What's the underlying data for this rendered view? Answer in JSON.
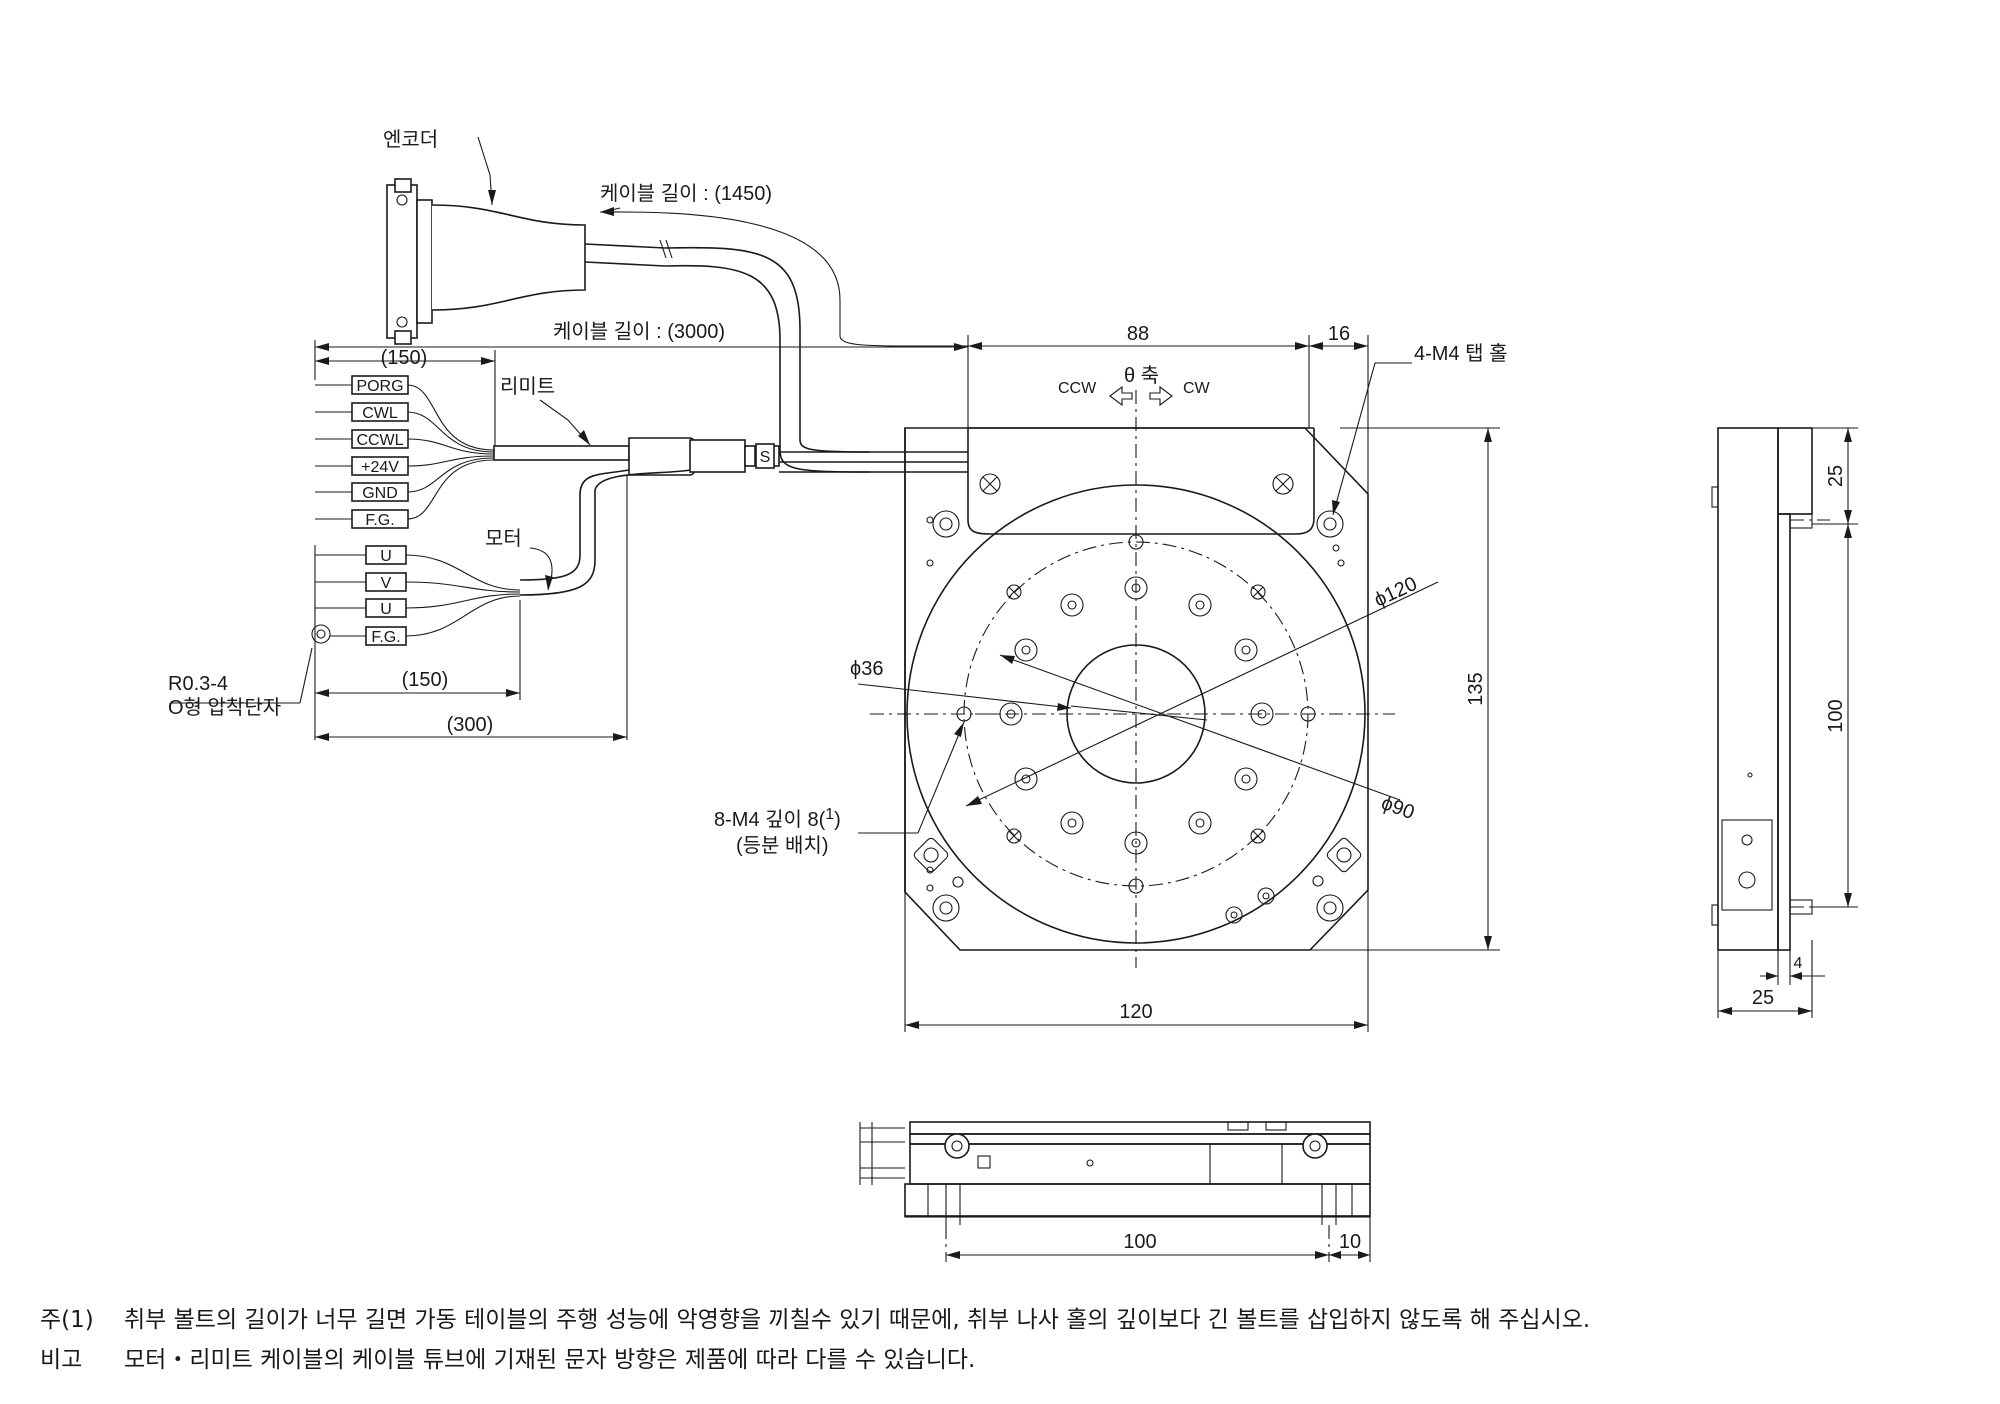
{
  "labels": {
    "encoder": "엔코더",
    "cable_length_1450": "케이블 길이 : (1450)",
    "cable_length_3000": "케이블 길이 : (3000)",
    "dim_150_top": "(150)",
    "limit": "리미트",
    "motor": "모터",
    "dim_150_bottom": "(150)",
    "dim_300": "(300)",
    "terminal_line1": "R0.3-4",
    "terminal_line2": "O형 압착단자",
    "shield_mark": "S",
    "dim_88": "88",
    "dim_16": "16",
    "tap_hole": "4-M4 탭 홀",
    "ccw": "CCW",
    "cw": "CW",
    "theta_axis": "θ 축",
    "phi120": "ϕ120",
    "phi36": "ϕ36",
    "phi90": "ϕ90",
    "dim_135": "135",
    "dim_120": "120",
    "m4_depth_prefix": "8-M4 깊이 8(",
    "m4_depth_note": "1",
    "m4_depth_suffix": ")",
    "equal_spacing": "(등분 배치)",
    "side_25_top": "25",
    "side_100": "100",
    "side_4": "4",
    "side_25_bottom": "25",
    "front_100": "100",
    "front_10": "10"
  },
  "connector_labels": {
    "limit_wires": [
      "PORG",
      "CWL",
      "CCWL",
      "+24V",
      "GND",
      "F.G."
    ],
    "motor_wires": [
      "U",
      "V",
      "U",
      "F.G."
    ]
  },
  "notes": {
    "note1_key": "주(1)",
    "note1_text": "취부 볼트의 길이가 너무 길면 가동 테이블의 주행 성능에 악영향을 끼칠수 있기 때문에, 취부 나사 홀의 깊이보다 긴 볼트를 삽입하지 않도록 해 주십시오.",
    "remark_key": "비고",
    "remark_text": "모터・리미트 케이블의 케이블 튜브에 기재된 문자 방향은 제품에 따라 다를 수 있습니다."
  }
}
